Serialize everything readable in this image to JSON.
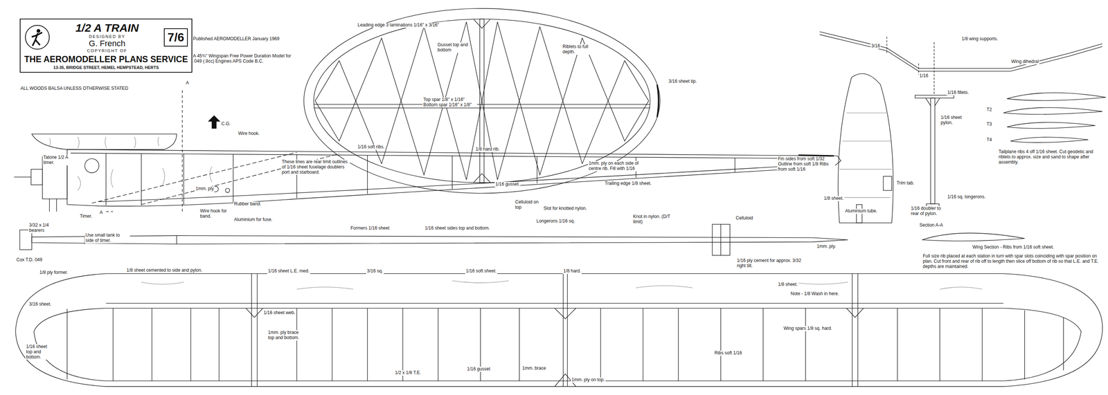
{
  "diagram": {
    "nodes": [
      {
        "text": [
          "1/2 A TRAIN",
          "DESIGNED BY",
          "G. French",
          "COPYRIGHT OF",
          "THE AEROMODELLER PLANS SERVICE",
          "13-35, BRIDGE STREET, HEMEL HEMPSTEAD, HERTS"
        ]
      },
      {
        "text": [
          "7/6"
        ],
        "in": 0
      }
    ],
    "edges": [],
    "labels": [
      "ALL WOODS BALSA UNLESS OTHERWISE STATED",
      "Published AEROMODELLER January 1969",
      "A 45¾\" Wingspan Free Power Duration Model for .049 (.8cc) Engines APS Code B.C.",
      "Leading edge 3 laminations 1/16\" x 3/16\"",
      "Gusset top and bottom",
      "Riblets to full depth.",
      "Top spar 1/8\" x 1/16\" Bottom spar 1/16\" x 1/8\"",
      "1/16 soft ribs.",
      "1/8 hard rib.",
      "1/16 gusset.",
      "3/16 sheet tip.",
      "3/16",
      "1/16",
      "Wing dihedral",
      "1/8 wing supports.",
      "1/16 fillets.",
      "1/16 sheet pylon.",
      "T2",
      "T3",
      "T4",
      "Tailplane ribs 4 off 1/16 sheet. Cut geodetic and riblets to approx. size and sand to shape after assembly.",
      "Trim tab.",
      "1/8 sheet.",
      "Aluminium tube.",
      "Fin sides from soft 1/32 Outline from soft 1/8 Ribs from soft 1/16",
      "1/16 sq. longerons.",
      "1/16 doubler to rear of pylon.",
      "Section A-A",
      "Wing Section - Ribs from 1/16 soft sheet.",
      "Full size rib placed at each station in turn with spar slots coinciding with spar position on plan. Cut front and rear of rib off to length then slice off bottom of rib so that L.E. and T.E. depths are maintained.",
      "1mm. ply on each side of centre rib. Fill with 1/16",
      "Trailing edge 1/8 sheet.",
      "Celluloid on top",
      "Slot for knotted nylon.",
      "Longerons 1/16 sq.",
      "Knot in nylon. (D/T limit)",
      "Celluloid",
      "Formers 1/16 sheet",
      "1/16 sheet sides top and bottom.",
      "These lines are rear limit outlines of 1/16 sheet fuselage doublers port and starboard.",
      "Wire hook.",
      "C.G.",
      "A",
      "A",
      "1mm. ply",
      "Wire hook for band.",
      "Rubber band.",
      "Aluminium for fuse.",
      "Tatone 1/2 A timer.",
      "Timer.",
      "3/32 x 1/4 bearers",
      "Use small tank to side of timer.",
      "Cox T.D. 049",
      "1/8 ply former.",
      "1/8 sheet cemented to side and pylon.",
      "1/16 sheet L.E. med.",
      "3/16 sq.",
      "1/16 soft sheet.",
      "1/8 hard.",
      "1/16 ply cement for approx. 3/32 right tilt.",
      "1mm. ply.",
      "1/8 sheet.",
      "Note - 1/8 Wash in here.",
      "3/16 sheet.",
      "1/16 sheet web.",
      "1mm. ply brace top and bottom.",
      "Wing spars 1/8 sq. hard.",
      "Ribs soft 1/16",
      "1/16 sheet top and bottom.",
      "1/2 x 1/8 T.E.",
      "1/16 gusset",
      "1mm. brace",
      "1mm. ply on top."
    ]
  }
}
